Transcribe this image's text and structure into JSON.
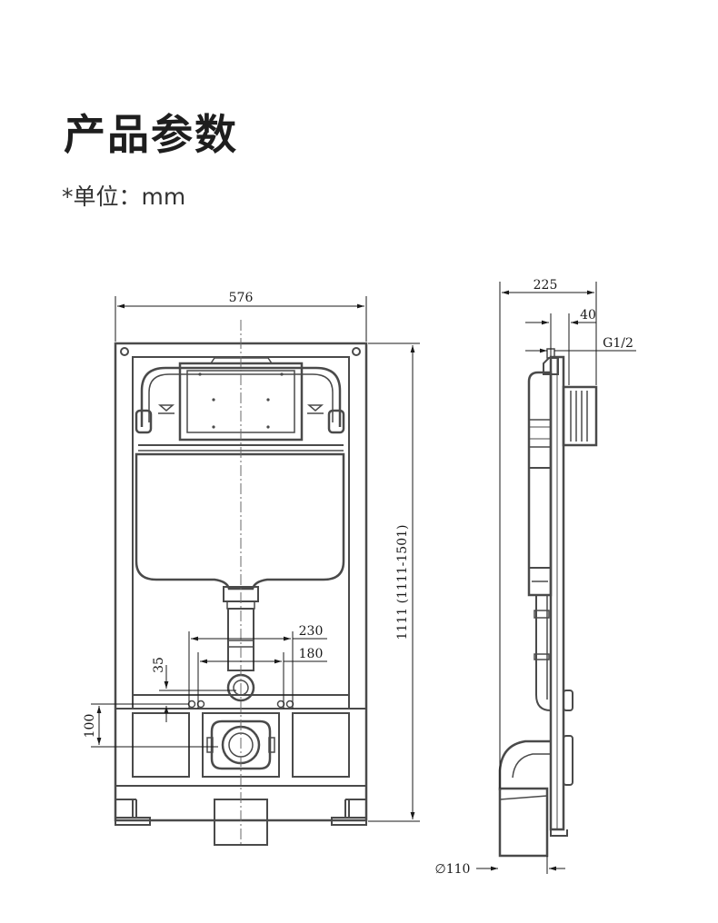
{
  "heading": "产品参数",
  "unit_note": "*单位：mm",
  "dimensions": {
    "frame_width": "576",
    "frame_height": "1111 (1111-1501)",
    "spacing_230": "230",
    "spacing_180": "180",
    "offset_35": "35",
    "offset_100": "100",
    "depth": "225",
    "inlet_offset": "40",
    "thread": "G1/2",
    "pipe_diameter": "∅110"
  },
  "colors": {
    "line": "#4a4a4a",
    "dim": "#1a1a1a",
    "fill_light": "#fafafa"
  }
}
